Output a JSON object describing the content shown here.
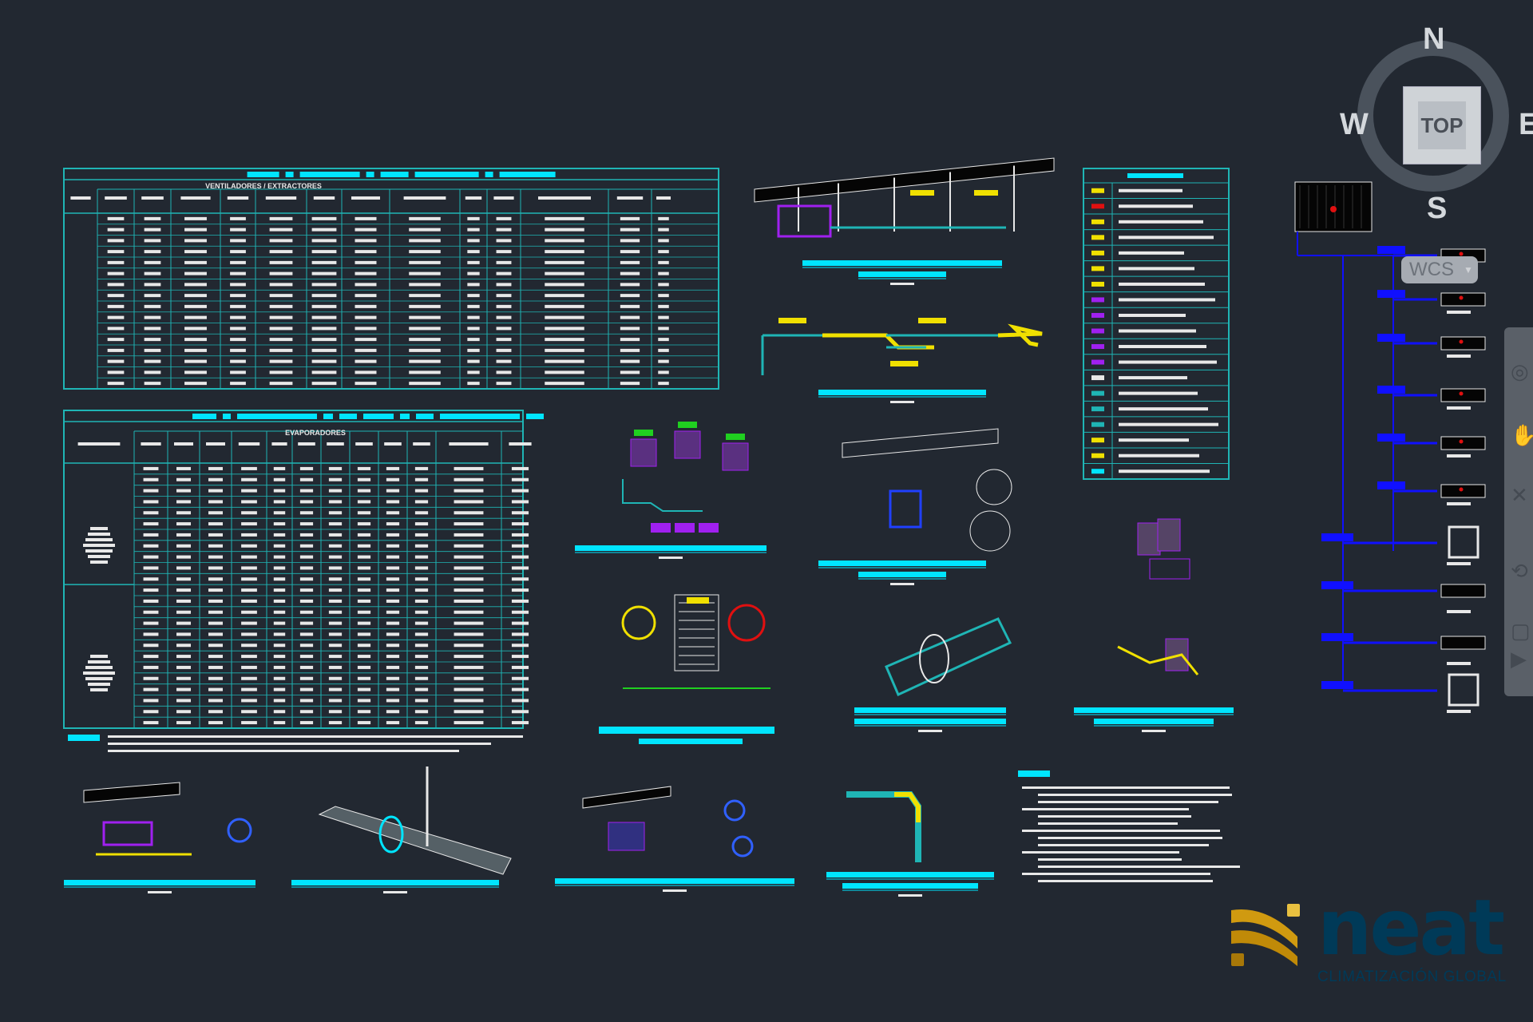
{
  "viewcube": {
    "north": "N",
    "south": "S",
    "east": "E",
    "west": "W",
    "face": "TOP"
  },
  "ucs_menu": {
    "value": "WCS",
    "icon": "chevron-down-icon"
  },
  "navigation_bar": {
    "tools": [
      "steering-wheel-icon",
      "pan-hand-icon",
      "zoom-extents-icon",
      "orbit-icon",
      "viewport-icon",
      "showmotion-icon"
    ]
  },
  "logo": {
    "name": "neat",
    "tagline": "CLIMATIZACIÓN GLOBAL",
    "colors": {
      "mark": "#d4a010",
      "word": "#003a58"
    }
  },
  "drawing": {
    "colors": {
      "background": "#222831",
      "frame": "#1fb5b5",
      "title": "#00e5ff",
      "text": "#e8e8e8",
      "yellow": "#f0e000",
      "magenta": "#a020f0",
      "red": "#e01010",
      "blue": "#1010ff",
      "green": "#20d020"
    },
    "fan_table": {
      "group_header": "VENTILADORES / EXTRACTORES",
      "row_count": 16
    },
    "evap_table": {
      "group_header": "EVAPORADORES",
      "row_count": 24
    }
  }
}
